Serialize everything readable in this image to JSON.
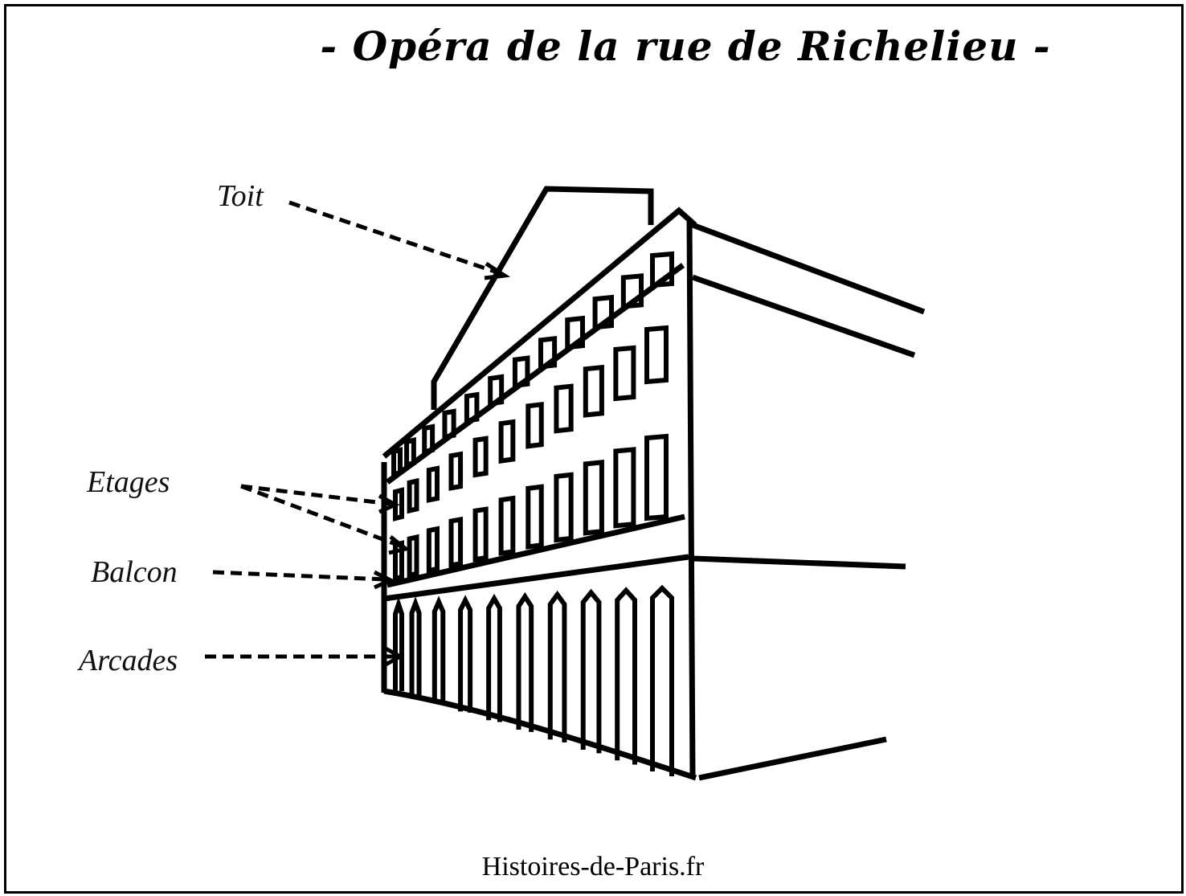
{
  "title": "- Opéra de la rue de Richelieu -",
  "labels": {
    "roof": "Toit",
    "floors": "Etages",
    "balcony": "Balcon",
    "arcades": "Arcades"
  },
  "footer": "Histoires-de-Paris.fr"
}
